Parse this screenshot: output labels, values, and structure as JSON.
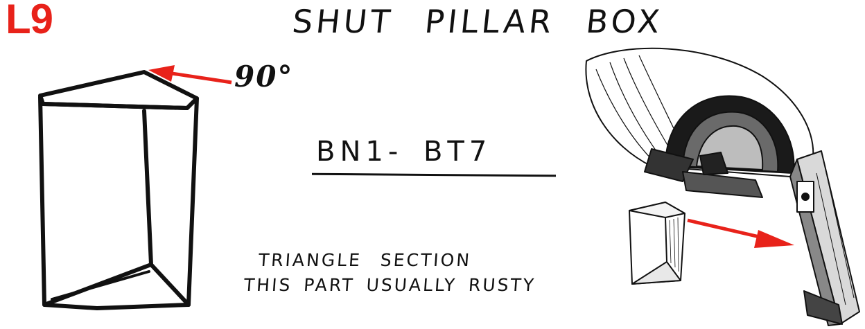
{
  "labels": {
    "code": "L9",
    "title": "SHUT PILLAR BOX",
    "angle": "90°",
    "model": "BN1- BT7",
    "note_line1": "TRIANGLE SECTION",
    "note_line2": "THIS PART USUALLY RUSTY"
  },
  "colors": {
    "accent_red": "#e8221a",
    "ink": "#111111",
    "background": "#ffffff"
  }
}
